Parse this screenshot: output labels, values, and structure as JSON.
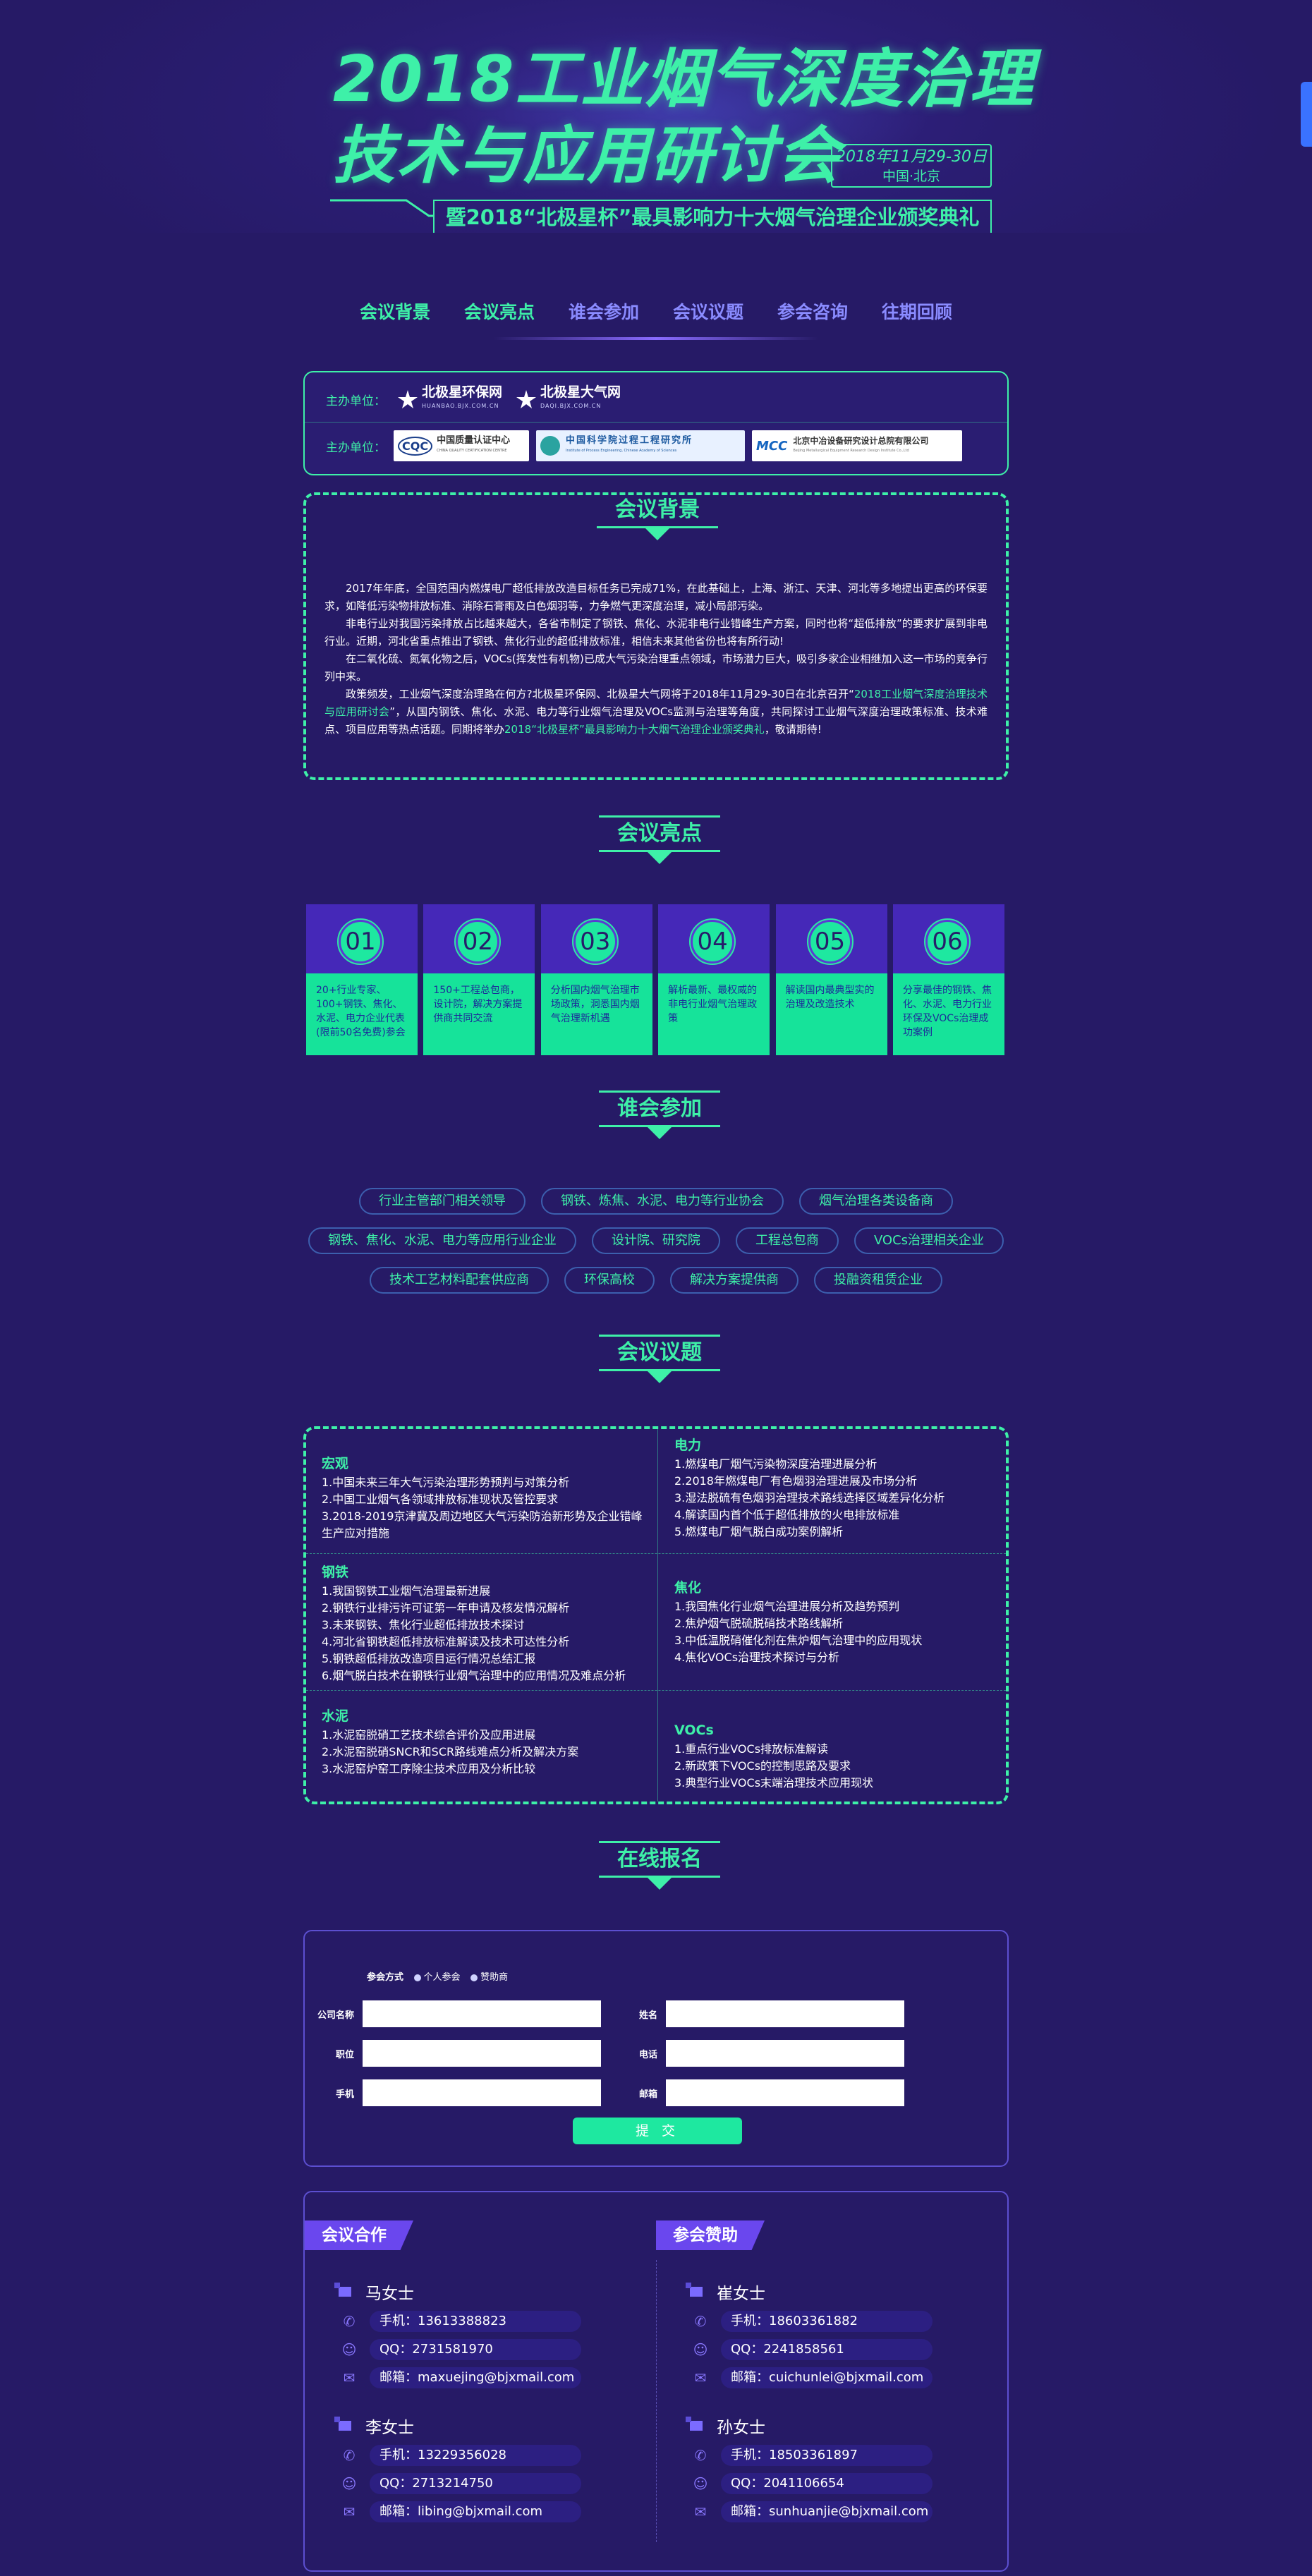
{
  "banner": {
    "title_line1": "2018工业烟气深度治理",
    "title_line2": "技术与应用研讨会",
    "date": "2018年11月29-30日",
    "location": "中国·北京",
    "subtitle": "暨2018“北极星杯”最具影响力十大烟气治理企业颁奖典礼"
  },
  "nav": {
    "items": [
      {
        "label": "会议背景"
      },
      {
        "label": "会议亮点"
      },
      {
        "label": "谁会参加"
      },
      {
        "label": "会议议题"
      },
      {
        "label": "参会咨询"
      },
      {
        "label": "往期回顾"
      }
    ]
  },
  "sponsors": {
    "host_label": "主办单位：",
    "host_logos": [
      {
        "name": "北极星环保网",
        "url_text": "HUANBAO.BJX.COM.CN"
      },
      {
        "name": "北极星大气网",
        "url_text": "DAQI.BJX.COM.CN"
      }
    ],
    "co_label": "主办单位：",
    "co_logos": [
      {
        "abbr": "CQC",
        "name": "中国质量认证中心",
        "en": "CHINA QUALITY CERTIFICATION CENTRE"
      },
      {
        "abbr": "",
        "name": "中国科学院过程工程研究所",
        "en": "Institute of Process Engineering, Chinese Academy of Sciences"
      },
      {
        "abbr": "MCC",
        "name": "北京中冶设备研究设计总院有限公司",
        "en": "Beijing Metallurgical Equipment Research Design Institute Co.,Ltd"
      }
    ]
  },
  "background": {
    "heading": "会议背景",
    "p1": "2017年年底，全国范围内燃煤电厂超低排放改造目标任务已完成71%，在此基础上，上海、浙江、天津、河北等多地提出更高的环保要求，如降低污染物排放标准、消除石膏雨及白色烟羽等，力争燃气更深度治理，减小局部污染。",
    "p2": "非电行业对我国污染排放占比越来越大，各省市制定了钢铁、焦化、水泥非电行业错峰生产方案，同时也将“超低排放”的要求扩展到非电行业。近期，河北省重点推出了钢铁、焦化行业的超低排放标准，相信未来其他省份也将有所行动!",
    "p3": "在二氧化硫、氮氧化物之后，VOCs(挥发性有机物)已成大气污染治理重点领域，市场潜力巨大，吸引多家企业相继加入这一市场的竞争行列中来。",
    "p4_a": "政策频发，工业烟气深度治理路在何方?北极星环保网、北极星大气网将于2018年11月29-30日在北京召开“",
    "p4_hl1": "2018工业烟气深度治理技术与应用研讨会",
    "p4_b": "”，从国内钢铁、焦化、水泥、电力等行业烟气治理及VOCs监测与治理等角度，共同探讨工业烟气深度治理政策标准、技术难点、项目应用等热点话题。同期将举办",
    "p4_hl2": "2018“北极星杯”最具影响力十大烟气治理企业颁奖典礼",
    "p4_c": "，敬请期待!"
  },
  "highlights": {
    "heading": "会议亮点",
    "cards": [
      {
        "num": "01",
        "text": "20+行业专家、100+钢铁、焦化、水泥、电力企业代表(限前50名免费)参会"
      },
      {
        "num": "02",
        "text": "150+工程总包商，设计院，解决方案提供商共同交流"
      },
      {
        "num": "03",
        "text": "分析国内烟气治理市场政策，洞悉国内烟气治理新机遇"
      },
      {
        "num": "04",
        "text": "解析最新、最权威的非电行业烟气治理政策"
      },
      {
        "num": "05",
        "text": "解读国内最典型实的治理及改造技术"
      },
      {
        "num": "06",
        "text": "分享最佳的钢铁、焦化、水泥、电力行业环保及VOCs治理成功案例"
      }
    ]
  },
  "attendees": {
    "heading": "谁会参加",
    "row1": [
      "行业主管部门相关领导",
      "钢铁、炼焦、水泥、电力等行业协会",
      "烟气治理各类设备商"
    ],
    "row2": [
      "钢铁、焦化、水泥、电力等应用行业企业",
      "设计院、研究院",
      "工程总包商",
      "VOCs治理相关企业"
    ],
    "row3": [
      "技术工艺材料配套供应商",
      "环保高校",
      "解决方案提供商",
      "投融资租赁企业"
    ]
  },
  "topics": {
    "heading": "会议议题",
    "cells": [
      {
        "title": "宏观",
        "items": [
          "1.中国未来三年大气污染治理形势预判与对策分析",
          "2.中国工业烟气各领域排放标准现状及管控要求",
          "3.2018-2019京津冀及周边地区大气污染防治新形势及企业错峰生产应对措施"
        ]
      },
      {
        "title": "电力",
        "items": [
          "1.燃煤电厂烟气污染物深度治理进展分析",
          "2.2018年燃煤电厂有色烟羽治理进展及市场分析",
          "3.湿法脱硫有色烟羽治理技术路线选择区域差异化分析",
          "4.解读国内首个低于超低排放的火电排放标准",
          "5.燃煤电厂烟气脱白成功案例解析"
        ]
      },
      {
        "title": "钢铁",
        "items": [
          "1.我国钢铁工业烟气治理最新进展",
          "2.钢铁行业排污许可证第一年申请及核发情况解析",
          "3.未来钢铁、焦化行业超低排放技术探讨",
          "4.河北省钢铁超低排放标准解读及技术可达性分析",
          "5.钢铁超低排放改造项目运行情况总结汇报",
          "6.烟气脱白技术在钢铁行业烟气治理中的应用情况及难点分析"
        ]
      },
      {
        "title": "焦化",
        "items": [
          "1.我国焦化行业烟气治理进展分析及趋势预判",
          "2.焦炉烟气脱硫脱硝技术路线解析",
          "3.中低温脱硝催化剂在焦炉烟气治理中的应用现状",
          "4.焦化VOCs治理技术探讨与分析"
        ]
      },
      {
        "title": "水泥",
        "items": [
          "1.水泥窑脱硝工艺技术综合评价及应用进展",
          "2.水泥窑脱硝SNCR和SCR路线难点分析及解决方案",
          "3.水泥窑炉窑工序除尘技术应用及分析比较"
        ]
      },
      {
        "title": "VOCs",
        "items": [
          "1.重点行业VOCs排放标准解读",
          "2.新政策下VOCs的控制思路及要求",
          "3.典型行业VOCs末端治理技术应用现状"
        ]
      }
    ]
  },
  "registration": {
    "heading": "在线报名",
    "way_label": "参会方式",
    "way_opt1": "个人参会",
    "way_opt2": "赞助商",
    "fields": {
      "company": "公司名称",
      "name": "姓名",
      "position": "职位",
      "phone": "电话",
      "mobile": "手机",
      "email": "邮箱"
    },
    "submit": "提 交"
  },
  "contacts": {
    "coop_label": "会议合作",
    "sponsor_label": "参会赞助",
    "coop": [
      {
        "name": "马女士",
        "mobile": "手机：13613388823",
        "qq": "QQ：2731581970",
        "email": "邮箱：maxuejing@bjxmail.com"
      },
      {
        "name": "李女士",
        "mobile": "手机：13229356028",
        "qq": "QQ：2713214750",
        "email": "邮箱：libing@bjxmail.com"
      }
    ],
    "sponsor": [
      {
        "name": "崔女士",
        "mobile": "手机：18603361882",
        "qq": "QQ：2241858561",
        "email": "邮箱：cuichunlei@bjxmail.com"
      },
      {
        "name": "孙女士",
        "mobile": "手机：18503361897",
        "qq": "QQ：2041106654",
        "email": "邮箱：sunhuanjie@bjxmail.com"
      }
    ]
  }
}
